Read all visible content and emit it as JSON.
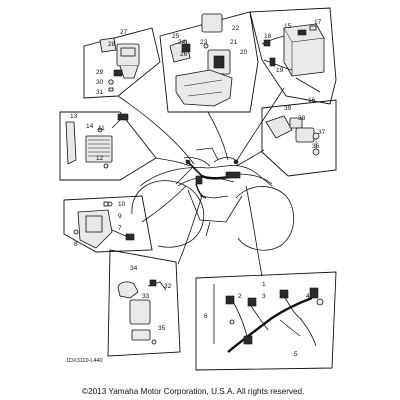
{
  "labels": {
    "l1": "1",
    "l2": "2",
    "l3": "3",
    "l4": "4",
    "l5": "5",
    "l6": "6",
    "l7": "7",
    "l8": "8",
    "l9": "9",
    "l10": "10",
    "l11": "11",
    "l12": "12",
    "l13": "13",
    "l14": "14",
    "l15": "15",
    "l16": "16",
    "l17": "17",
    "l18": "18",
    "l19": "19",
    "l20": "20",
    "l21": "21",
    "l22": "22",
    "l23": "23",
    "l24": "24",
    "l25": "25",
    "l26": "26",
    "l27": "27",
    "l28": "28",
    "l29": "29",
    "l30": "30",
    "l31": "31",
    "l32": "32",
    "l33": "33",
    "l34": "34",
    "l35": "35",
    "l36": "36",
    "l37": "37",
    "l38": "38",
    "l39": "39"
  },
  "diagram_code": "1DX3110-L440",
  "copyright": "©2013 Yamaha Motor Corporation, U.S.A. All rights reserved."
}
